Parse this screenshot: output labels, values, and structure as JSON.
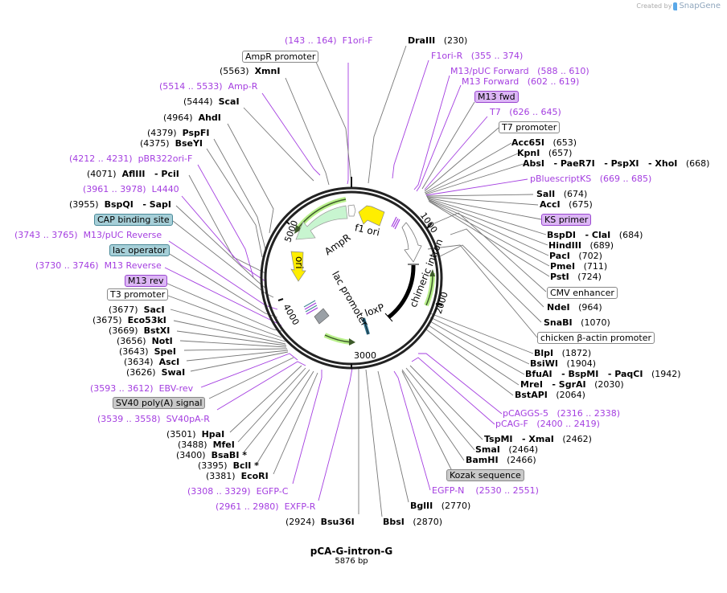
{
  "credit": {
    "prefix": "Created by",
    "brand": "SnapGene"
  },
  "plasmid": {
    "name": "pCA-G-intron-G",
    "size": "5876 bp"
  },
  "ticks": [
    {
      "label": "1000",
      "pos": 1000
    },
    {
      "label": "2000",
      "pos": 2000
    },
    {
      "label": "3000",
      "pos": 3000
    },
    {
      "label": "4000",
      "pos": 4000
    },
    {
      "label": "5000",
      "pos": 5000
    }
  ],
  "inner_features": [
    {
      "label": "f1 ori",
      "color": "#ffee00"
    },
    {
      "label": "AmpR",
      "color": "#c8f5d0"
    },
    {
      "label": "ori",
      "color": "#ffee00"
    },
    {
      "label": "lac promoter",
      "color": "#ffffff"
    },
    {
      "label": "chimeric intron",
      "color": "#ffffff"
    },
    {
      "label": "loxP",
      "color": "#2f6f8a"
    }
  ],
  "labels": {
    "top": [
      {
        "id": "f1ori-f",
        "kind": "primer",
        "name": "F1ori-F",
        "range": "(143 .. 164)"
      },
      {
        "id": "ampr-promoter",
        "kind": "feature",
        "style": "plain",
        "name": "AmpR promoter"
      },
      {
        "id": "xmni",
        "kind": "enzyme",
        "name": "XmnI",
        "pos": "(5563)"
      },
      {
        "id": "amp-r",
        "kind": "primer",
        "name": "Amp-R",
        "range": "(5514 .. 5533)"
      },
      {
        "id": "scai",
        "kind": "enzyme",
        "name": "ScaI",
        "pos": "(5444)"
      },
      {
        "id": "ahdi",
        "kind": "enzyme",
        "name": "AhdI",
        "pos": "(4964)"
      },
      {
        "id": "pspfi",
        "kind": "enzyme",
        "name": "PspFI",
        "pos": "(4379)"
      },
      {
        "id": "bseyi",
        "kind": "enzyme",
        "name": "BseYI",
        "pos": "(4375)"
      },
      {
        "id": "pbr322ori-f",
        "kind": "primer",
        "name": "pBR322ori-F",
        "range": "(4212 .. 4231)"
      },
      {
        "id": "afliii",
        "kind": "enzyme",
        "name": "AflIII   - PciI",
        "pos": "(4071)"
      },
      {
        "id": "l4440",
        "kind": "primer",
        "name": "L4440",
        "range": "(3961 .. 3978)"
      },
      {
        "id": "bspqi",
        "kind": "enzyme",
        "name": "BspQI   - SapI",
        "pos": "(3955)"
      },
      {
        "id": "cap",
        "kind": "feature",
        "style": "blue",
        "name": "CAP binding site"
      },
      {
        "id": "m13puc-rev",
        "kind": "primer",
        "name": "M13/pUC Reverse",
        "range": "(3743 .. 3765)"
      },
      {
        "id": "lac-op",
        "kind": "feature",
        "style": "blue",
        "name": "lac operator"
      },
      {
        "id": "m13-reverse",
        "kind": "primer",
        "name": "M13 Reverse",
        "range": "(3730 .. 3746)"
      },
      {
        "id": "m13-rev",
        "kind": "feature",
        "style": "purple",
        "name": "M13 rev"
      },
      {
        "id": "t3-promoter",
        "kind": "feature",
        "style": "plain",
        "name": "T3 promoter"
      },
      {
        "id": "saci",
        "kind": "enzyme",
        "name": "SacI",
        "pos": "(3677)"
      },
      {
        "id": "eco53ki",
        "kind": "enzyme",
        "name": "Eco53kI",
        "pos": "(3675)"
      },
      {
        "id": "bstxi",
        "kind": "enzyme",
        "name": "BstXI",
        "pos": "(3669)"
      },
      {
        "id": "noti",
        "kind": "enzyme",
        "name": "NotI",
        "pos": "(3656)"
      },
      {
        "id": "spei",
        "kind": "enzyme",
        "name": "SpeI",
        "pos": "(3643)"
      },
      {
        "id": "asci",
        "kind": "enzyme",
        "name": "AscI",
        "pos": "(3634)"
      },
      {
        "id": "swai",
        "kind": "enzyme",
        "name": "SwaI",
        "pos": "(3626)"
      },
      {
        "id": "ebv-rev",
        "kind": "primer",
        "name": "EBV-rev",
        "range": "(3593 .. 3612)"
      },
      {
        "id": "sv40pa",
        "kind": "feature",
        "style": "gray",
        "name": "SV40 poly(A) signal"
      },
      {
        "id": "sv40pa-r",
        "kind": "primer",
        "name": "SV40pA-R",
        "range": "(3539 .. 3558)"
      },
      {
        "id": "hpai",
        "kind": "enzyme",
        "name": "HpaI",
        "pos": "(3501)"
      },
      {
        "id": "mfei",
        "kind": "enzyme",
        "name": "MfeI",
        "pos": "(3488)"
      },
      {
        "id": "bsabi",
        "kind": "enzyme",
        "name": "BsaBI *",
        "pos": "(3400)"
      },
      {
        "id": "bcli",
        "kind": "enzyme",
        "name": "BclI *",
        "pos": "(3395)"
      },
      {
        "id": "ecori",
        "kind": "enzyme",
        "name": "EcoRI",
        "pos": "(3381)"
      },
      {
        "id": "egfp-c",
        "kind": "primer",
        "name": "EGFP-C",
        "range": "(3308 .. 3329)"
      },
      {
        "id": "exfp-r",
        "kind": "primer",
        "name": "EXFP-R",
        "range": "(2961 .. 2980)"
      },
      {
        "id": "bsu36i",
        "kind": "enzyme",
        "name": "Bsu36I",
        "pos": "(2924)"
      }
    ],
    "right": [
      {
        "id": "draiii",
        "kind": "enzyme",
        "name": "DraIII",
        "pos": "(230)"
      },
      {
        "id": "f1ori-r",
        "kind": "primer",
        "name": "F1ori-R",
        "range": "(355 .. 374)"
      },
      {
        "id": "m13puc-fwd",
        "kind": "primer",
        "name": "M13/pUC Forward",
        "range": "(588 .. 610)"
      },
      {
        "id": "m13-forward",
        "kind": "primer",
        "name": "M13 Forward",
        "range": "(602 .. 619)"
      },
      {
        "id": "m13-fwd",
        "kind": "feature",
        "style": "purple",
        "name": "M13 fwd"
      },
      {
        "id": "t7",
        "kind": "primer",
        "name": "T7",
        "range": "(626 .. 645)"
      },
      {
        "id": "t7-promoter",
        "kind": "feature",
        "style": "plain",
        "name": "T7 promoter"
      },
      {
        "id": "acc65i",
        "kind": "enzyme",
        "name": "Acc65I",
        "pos": "(653)"
      },
      {
        "id": "kpni",
        "kind": "enzyme",
        "name": "KpnI",
        "pos": "(657)"
      },
      {
        "id": "absi",
        "kind": "enzyme",
        "name": "AbsI   - PaeR7I   - PspXI   - XhoI",
        "pos": "(668)"
      },
      {
        "id": "pbluescriptks",
        "kind": "primer",
        "name": "pBluescriptKS",
        "range": "(669 .. 685)"
      },
      {
        "id": "sali",
        "kind": "enzyme",
        "name": "SalI",
        "pos": "(674)"
      },
      {
        "id": "acci",
        "kind": "enzyme",
        "name": "AccI",
        "pos": "(675)"
      },
      {
        "id": "ks-primer",
        "kind": "feature",
        "style": "purple",
        "name": "KS primer"
      },
      {
        "id": "bspdi",
        "kind": "enzyme",
        "name": "BspDI   - ClaI",
        "pos": "(684)"
      },
      {
        "id": "hindiii",
        "kind": "enzyme",
        "name": "HindIII",
        "pos": "(689)"
      },
      {
        "id": "paci",
        "kind": "enzyme",
        "name": "PacI",
        "pos": "(702)"
      },
      {
        "id": "pmei",
        "kind": "enzyme",
        "name": "PmeI",
        "pos": "(711)"
      },
      {
        "id": "psti",
        "kind": "enzyme",
        "name": "PstI",
        "pos": "(724)"
      },
      {
        "id": "cmv-enh",
        "kind": "feature",
        "style": "plain",
        "name": "CMV enhancer"
      },
      {
        "id": "ndei",
        "kind": "enzyme",
        "name": "NdeI",
        "pos": "(964)"
      },
      {
        "id": "snabi",
        "kind": "enzyme",
        "name": "SnaBI",
        "pos": "(1070)"
      },
      {
        "id": "cba",
        "kind": "feature",
        "style": "plain",
        "name": "chicken β-actin promoter"
      },
      {
        "id": "blpi",
        "kind": "enzyme",
        "name": "BlpI",
        "pos": "(1872)"
      },
      {
        "id": "bsiwi",
        "kind": "enzyme",
        "name": "BsiWI",
        "pos": "(1904)"
      },
      {
        "id": "bfuai",
        "kind": "enzyme",
        "name": "BfuAI   - BspMI   - PaqCI",
        "pos": "(1942)"
      },
      {
        "id": "mrei",
        "kind": "enzyme",
        "name": "MreI   - SgrAI",
        "pos": "(2030)"
      },
      {
        "id": "bstapi",
        "kind": "enzyme",
        "name": "BstAPI",
        "pos": "(2064)"
      },
      {
        "id": "pcaggs-5",
        "kind": "primer",
        "name": "pCAGGS-5",
        "range": "(2316 .. 2338)"
      },
      {
        "id": "pcag-f",
        "kind": "primer",
        "name": "pCAG-F",
        "range": "(2400 .. 2419)"
      },
      {
        "id": "tspmi",
        "kind": "enzyme",
        "name": "TspMI   - XmaI",
        "pos": "(2462)"
      },
      {
        "id": "smai",
        "kind": "enzyme",
        "name": "SmaI",
        "pos": "(2464)"
      },
      {
        "id": "bamhi",
        "kind": "enzyme",
        "name": "BamHI",
        "pos": "(2466)"
      },
      {
        "id": "kozak",
        "kind": "feature",
        "style": "gray",
        "name": "Kozak sequence"
      },
      {
        "id": "egfp-n",
        "kind": "primer",
        "name": "EGFP-N",
        "range": "(2530 .. 2551)"
      },
      {
        "id": "bglii",
        "kind": "enzyme",
        "name": "BglII",
        "pos": "(2770)"
      },
      {
        "id": "bbsi",
        "kind": "enzyme",
        "name": "BbsI",
        "pos": "(2870)"
      }
    ]
  },
  "colors": {
    "primer": "#a43ee0",
    "enzyme_line": "#808080",
    "backbone": "#222222",
    "green_arrow": "#b8f08a"
  }
}
